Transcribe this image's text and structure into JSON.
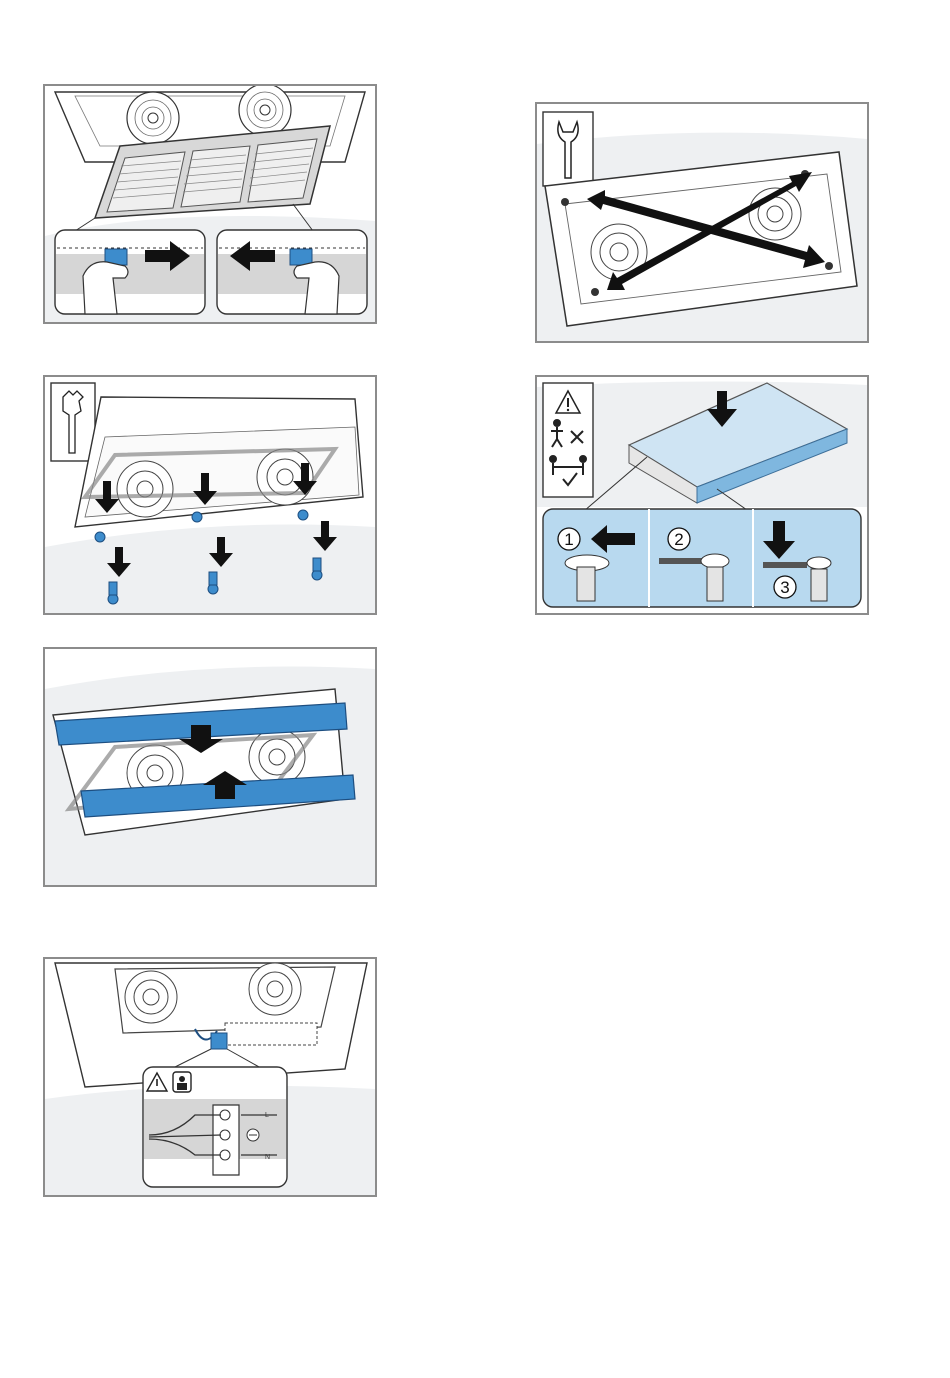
{
  "page": {
    "background": "#ffffff",
    "panel_border_color": "#8c8c8c",
    "accent_blue": "#3d8ccc",
    "light_blue": "#b8d9ef"
  },
  "figures": [
    {
      "id": "filter-removal",
      "icons": [
        "hand-icon",
        "arrow-right-icon",
        "arrow-left-icon"
      ]
    },
    {
      "id": "spanner-diagonal-measure",
      "icons": [
        "spanner-icon",
        "double-arrow-icon"
      ]
    },
    {
      "id": "torx-screws",
      "icons": [
        "torx-bit-icon",
        "screw-icon",
        "arrow-down-icon"
      ]
    },
    {
      "id": "lift-and-tighten",
      "icons": [
        "warning-icon",
        "one-person-cross-icon",
        "two-persons-check-icon"
      ],
      "steps": [
        {
          "number": "1"
        },
        {
          "number": "2"
        },
        {
          "number": "3"
        }
      ]
    },
    {
      "id": "mounting-rails",
      "icons": [
        "arrow-down-icon",
        "arrow-up-icon"
      ]
    },
    {
      "id": "electrical-connection",
      "icons": [
        "warning-icon",
        "electrician-icon",
        "earth-icon"
      ],
      "terminal_labels": [
        "L",
        "N"
      ]
    }
  ]
}
